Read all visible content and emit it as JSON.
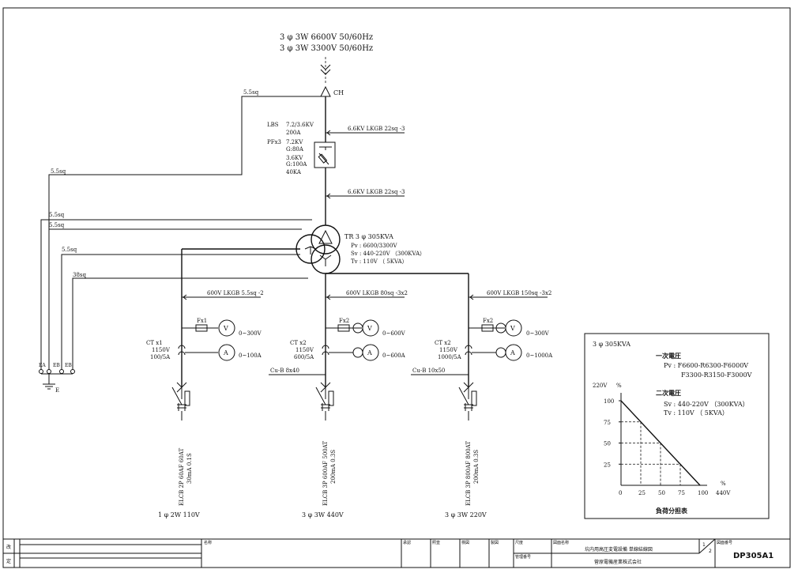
{
  "source": {
    "line1": "3 φ 3W 6600V 50/60Hz",
    "line2": "3 φ 3W 3300V 50/60Hz",
    "ch": "CH"
  },
  "ground_wires": {
    "w1": "5.5sq",
    "w2": "5.5sq",
    "w3": "5.5sq",
    "w4": "5.5sq",
    "w5": "5.5sq",
    "w6": "38sq"
  },
  "lbs": {
    "label": "LBS",
    "rating": "7.2/3.6KV",
    "current": "200A",
    "pf_label": "PFx3",
    "pf_line1": "7.2KV",
    "pf_line2": "G:80A",
    "pf_line3": "3.6KV",
    "pf_line4": "G:100A",
    "pf_line5": "40KA"
  },
  "cables": {
    "c1": "6.6KV LKGB 22sq -3",
    "c2": "6.6KV LKGB 22sq -3",
    "left": "600V LKGB 5.5sq -2",
    "mid": "600V LKGB 80sq -3x2",
    "right": "600V LKGB 150sq -3x2"
  },
  "transformer": {
    "label": "TR 3 φ  305KVA",
    "pv": "Pv : 6600/3300V",
    "sv": "Sv : 440-220V （300KVA）",
    "tv": "Tv : 110V         （    5KVA）"
  },
  "feeders": [
    {
      "fuse": "Fx1",
      "voltmeter": "V",
      "vrange": "0~300V",
      "ct_label": "CT x1",
      "ct_v": "1150V",
      "ct_ratio": "100/5A",
      "ammeter": "A",
      "arange": "0~100A",
      "busbar": "",
      "breaker_line1": "ELCB  2P    60AF  60AT",
      "breaker_line2": "30mA  0.1S",
      "system": "1 φ  2W 110V"
    },
    {
      "fuse": "Fx2",
      "voltmeter": "V",
      "vrange": "0~600V",
      "ct_label": "CT x2",
      "ct_v": "1150V",
      "ct_ratio": "600/5A",
      "ammeter": "A",
      "arange": "0~600A",
      "busbar": "Cu-B 8x40",
      "breaker_line1": "ELCB  3P    600AF  500AT",
      "breaker_line2": "200mA  0.3S",
      "system": "3 φ  3W 440V"
    },
    {
      "fuse": "Fx2",
      "voltmeter": "V",
      "vrange": "0~300V",
      "ct_label": "CT x2",
      "ct_v": "1150V",
      "ct_ratio": "1000/5A",
      "ammeter": "A",
      "arange": "0~1000A",
      "busbar": "Cu-B 10x50",
      "breaker_line1": "ELCB  3P    800AF  800AT",
      "breaker_line2": "200mA  0.3S",
      "system": "3 φ  3W 220V"
    }
  ],
  "earth": {
    "ea": "EA",
    "eb1": "EB",
    "eb2": "EB",
    "label": "E"
  },
  "info_box": {
    "title": "3 φ   305KVA",
    "primary_heading": "一次電圧",
    "primary_line1": "Pv : F6600-R6300-F6000V",
    "primary_line2": "F3300-R3150-F3000V",
    "secondary_heading": "二次電圧",
    "secondary_line1": "Sv : 440-220V （300KVA）",
    "secondary_line2": "Tv : 110V        （    5KVA）",
    "footer": "負荷分担表"
  },
  "chart_data": {
    "type": "line",
    "title": "",
    "xlabel": "440V",
    "xunit": "%",
    "ylabel": "220V",
    "yunit": "%",
    "xlim": [
      0,
      100
    ],
    "ylim": [
      0,
      100
    ],
    "x_ticks": [
      "0",
      "25",
      "50",
      "75",
      "100"
    ],
    "y_ticks": [
      "25",
      "50",
      "75",
      "100"
    ],
    "series": [
      {
        "x": [
          0,
          100
        ],
        "y": [
          100,
          0
        ]
      }
    ],
    "guides": [
      {
        "x": 25,
        "y": 75
      },
      {
        "x": 50,
        "y": 50
      },
      {
        "x": 75,
        "y": 25
      }
    ]
  },
  "title_block": {
    "revision_label_1": "改",
    "revision_label_2": "定",
    "name_label": "名称",
    "col_design": "承認",
    "col_check": "照査",
    "col_review": "検図",
    "col_draw": "製図",
    "col_scale": "尺度",
    "manage_no_label": "管理番号",
    "drawing_name_label": "図面名称",
    "drawing_name": "坑内用高圧変電設備  単線結線図",
    "company": "菅原電機産業株式会社",
    "sheet_num": "1",
    "sheet_total": "2",
    "drawing_no_label": "図面番号",
    "drawing_no": "DP305A1"
  }
}
